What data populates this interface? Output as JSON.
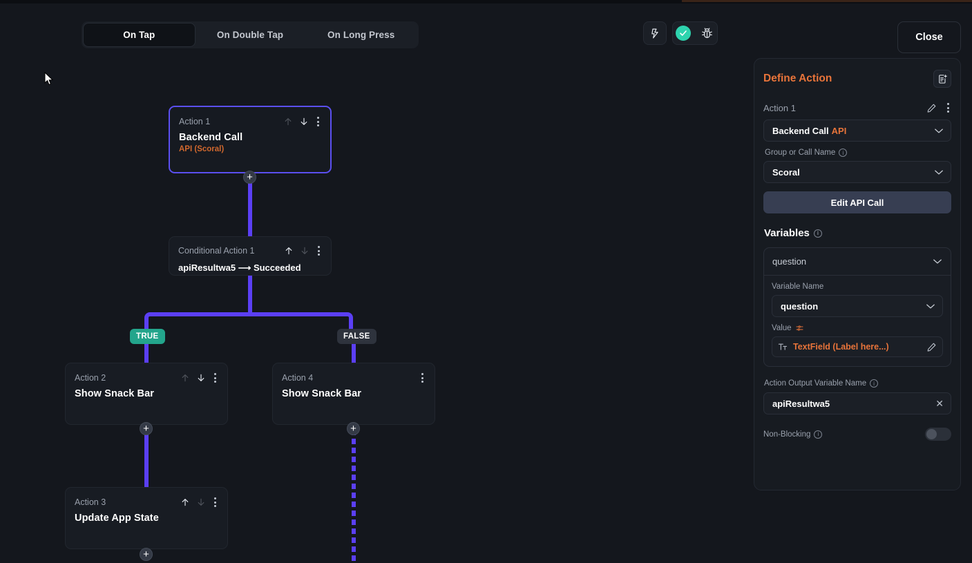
{
  "tabs": {
    "items": [
      {
        "label": "On Tap",
        "active": true
      },
      {
        "label": "On Double Tap",
        "active": false
      },
      {
        "label": "On Long Press",
        "active": false
      }
    ]
  },
  "toolbar": {
    "flow_icon": "flow-lightning-icon",
    "validate_icon": "check-circle-icon",
    "debug_icon": "bug-icon",
    "close_label": "Close"
  },
  "flow": {
    "nodes": [
      {
        "label": "Action 1",
        "title": "Backend Call",
        "subtitle": "API (Scoral)",
        "up_enabled": false,
        "down_enabled": true,
        "selected": true
      },
      {
        "label": "Conditional Action 1",
        "title": "apiResultwa5 ⟶ Succeeded",
        "up_enabled": true,
        "down_enabled": false,
        "selected": false
      },
      {
        "label": "Action 2",
        "title": "Show Snack Bar",
        "up_enabled": false,
        "down_enabled": true,
        "selected": false
      },
      {
        "label": "Action 4",
        "title": "Show Snack Bar",
        "up_enabled": null,
        "down_enabled": null,
        "selected": false
      },
      {
        "label": "Action 3",
        "title": "Update App State",
        "up_enabled": true,
        "down_enabled": false,
        "selected": false
      }
    ],
    "branch_true_label": "TRUE",
    "branch_false_label": "FALSE",
    "add_label": "+",
    "connector_color": "#5b3ff5",
    "true_badge_color": "#23a58c",
    "false_badge_color": "#2e333d"
  },
  "panel": {
    "title": "Define Action",
    "header_icon": "add-document-icon",
    "action_name": "Action 1",
    "edit_icon": "pencil-icon",
    "more_icon": "kebab-menu-icon",
    "action_type": {
      "value": "Backend Call",
      "accent": "API"
    },
    "group_label": "Group or Call Name",
    "group_value": "Scoral",
    "edit_api_label": "Edit API Call",
    "variables_title": "Variables",
    "variable_card": {
      "header": "question",
      "name_label": "Variable Name",
      "name_value": "question",
      "value_label": "Value",
      "value_icon": "variable-settings-icon",
      "value_text": "TextField (Label here...)",
      "value_prefix_icon": "text-format-icon",
      "value_edit_icon": "pencil-icon"
    },
    "output_label": "Action Output Variable Name",
    "output_value": "apiResultwa5",
    "output_clear_icon": "close-x-icon",
    "non_blocking_label": "Non-Blocking",
    "non_blocking_on": false,
    "accent_color": "#e8743a"
  }
}
